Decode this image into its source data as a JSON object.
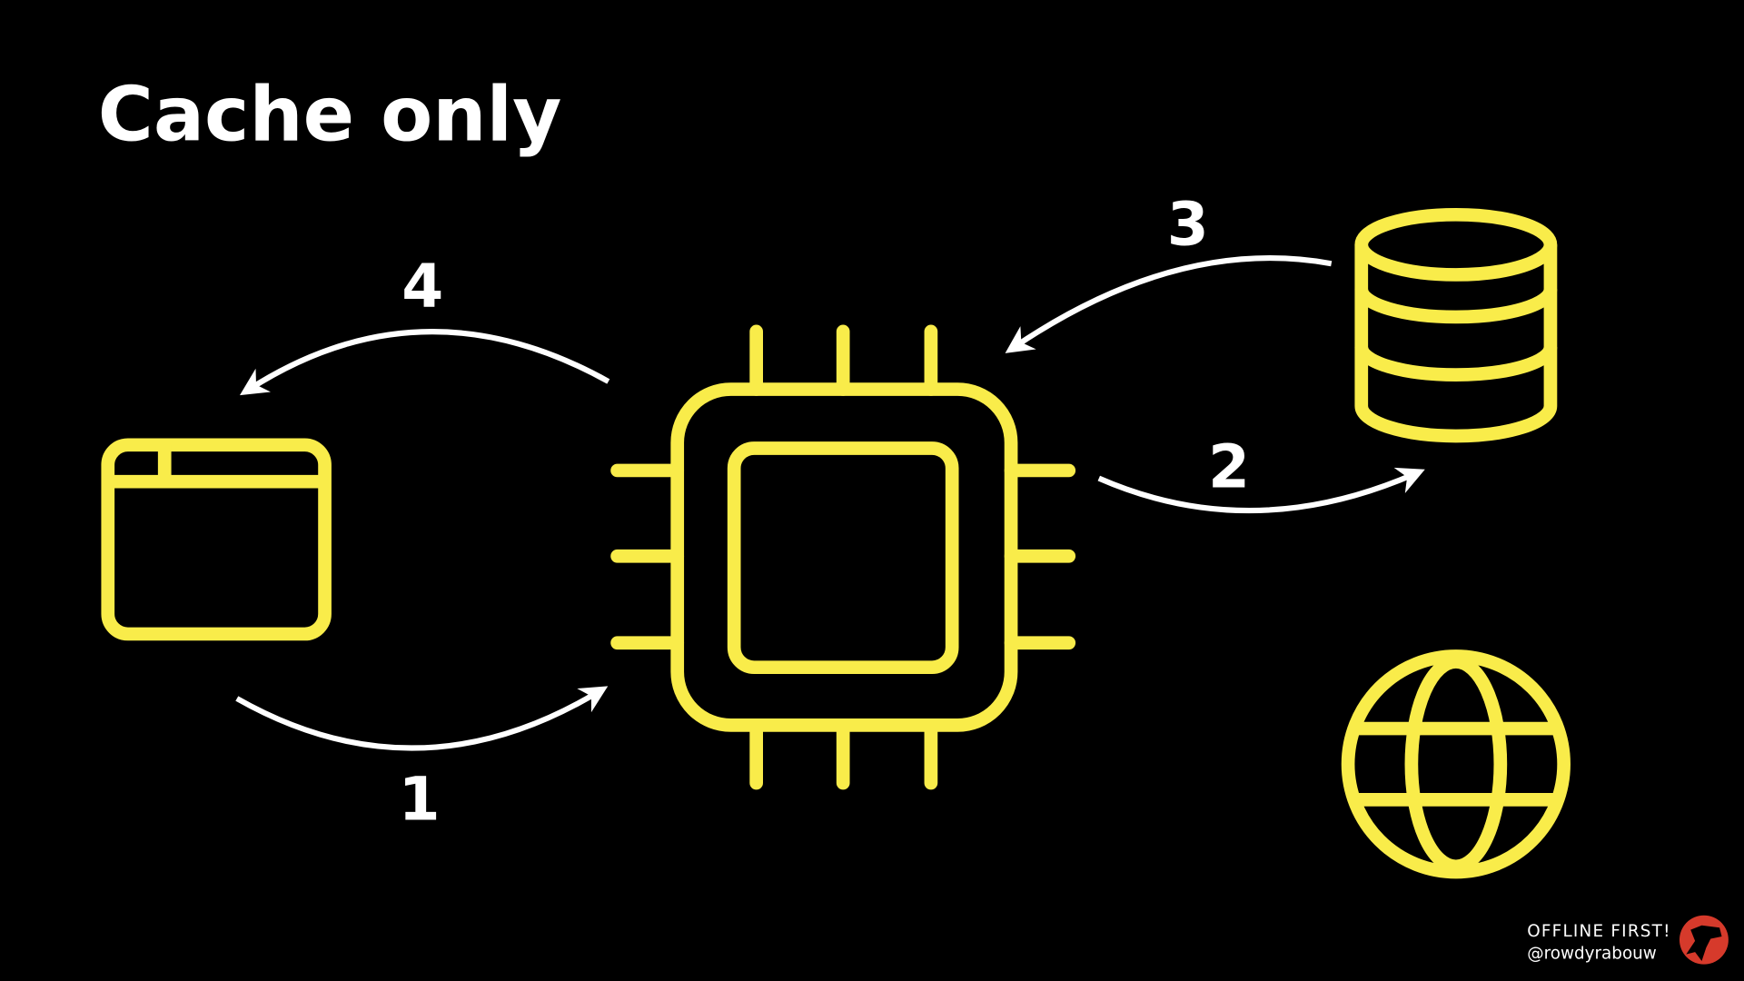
{
  "title": "Cache only",
  "colors": {
    "background": "#000000",
    "accent": "#f9ec4a",
    "arrow": "#ffffff",
    "logo": "#d63a2b"
  },
  "steps": [
    {
      "label": "1",
      "from": "browser",
      "to": "service-worker"
    },
    {
      "label": "2",
      "from": "service-worker",
      "to": "cache"
    },
    {
      "label": "3",
      "from": "cache",
      "to": "service-worker"
    },
    {
      "label": "4",
      "from": "service-worker",
      "to": "browser"
    }
  ],
  "icons": [
    "browser-window-icon",
    "cpu-chip-icon",
    "database-icon",
    "globe-icon",
    "dinosaur-logo-icon"
  ],
  "footer": {
    "line1": "OFFLINE FIRST!",
    "line2": "@rowdyrabouw"
  }
}
